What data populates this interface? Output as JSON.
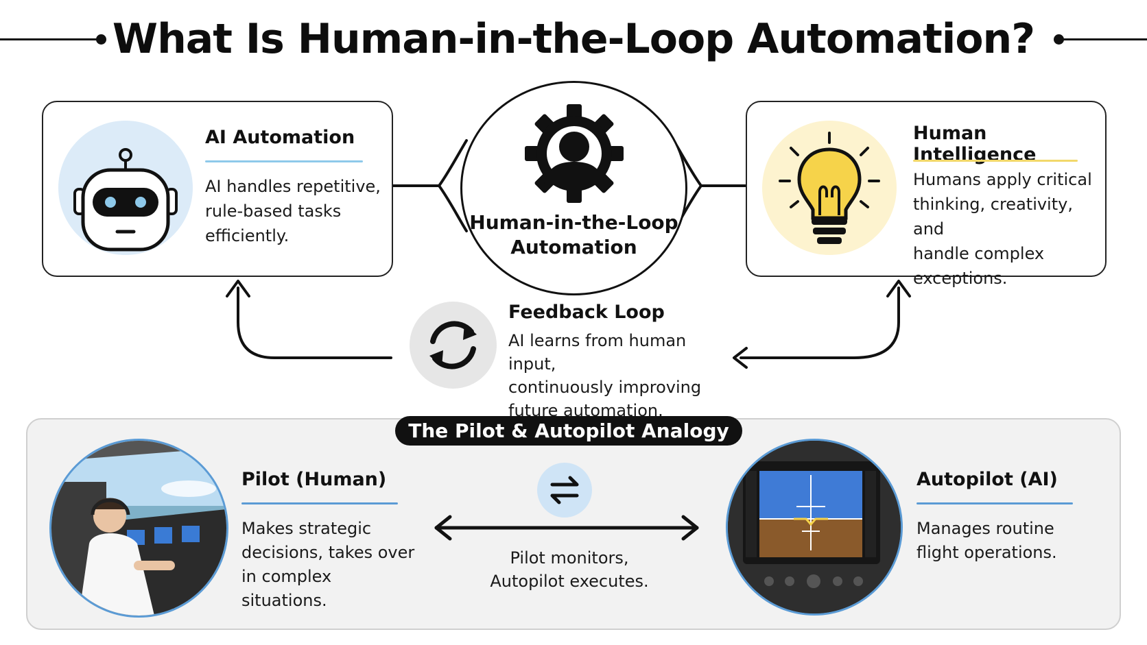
{
  "title": "What Is Human-in-the-Loop Automation?",
  "center": {
    "label_line1": "Human-in-the-Loop",
    "label_line2": "Automation",
    "icon": "gear-person-icon"
  },
  "ai_card": {
    "title": "AI Automation",
    "text_lines": [
      "AI handles repetitive,",
      "rule-based tasks",
      "efficiently."
    ],
    "icon": "robot-icon",
    "accent": "#8ec9ea"
  },
  "human_card": {
    "title": "Human Intelligence",
    "text_lines": [
      "Humans apply critical",
      "thinking, creativity, and",
      "handle complex",
      "exceptions."
    ],
    "icon": "lightbulb-icon",
    "accent": "#f2d86a"
  },
  "feedback": {
    "title": "Feedback Loop",
    "text_lines": [
      "AI learns from human input,",
      "continuously improving",
      "future automation."
    ],
    "icon": "refresh-cycle-icon"
  },
  "analogy": {
    "banner": "The Pilot & Autopilot Analogy",
    "pilot": {
      "title": "Pilot (Human)",
      "text_lines": [
        "Makes strategic",
        "decisions, takes over",
        "in complex situations."
      ],
      "image": "pilot-cockpit-illustration"
    },
    "autopilot": {
      "title": "Autopilot (AI)",
      "text_lines": [
        "Manages routine",
        "flight operations."
      ],
      "image": "flight-display-illustration"
    },
    "middle": {
      "icon": "swap-arrows-icon",
      "text_lines": [
        "Pilot monitors,",
        "Autopilot executes."
      ]
    }
  },
  "colors": {
    "blue_accent": "#5b9bd5",
    "light_blue": "#dcebf8",
    "light_yellow": "#fdf3cf",
    "gray_panel": "#f2f2f2"
  }
}
